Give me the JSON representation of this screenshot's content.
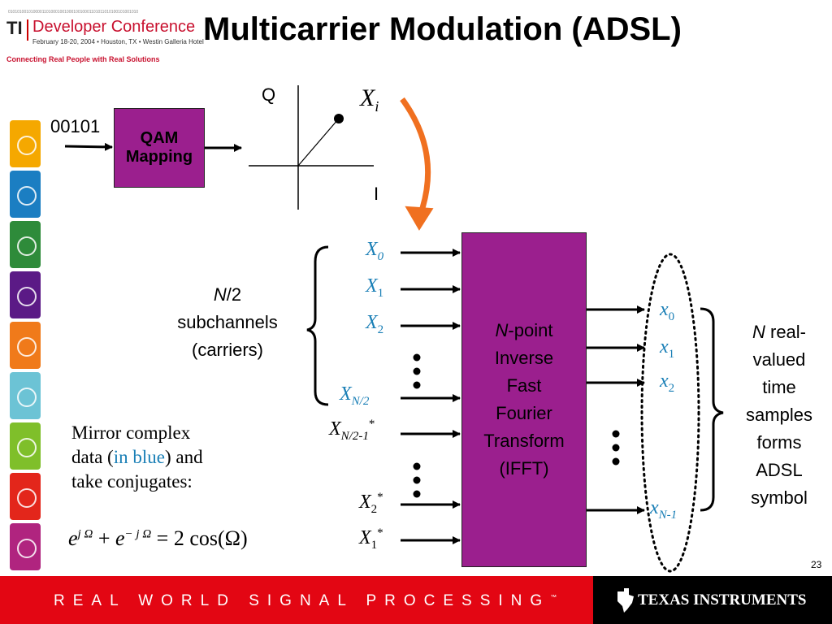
{
  "header": {
    "bits": "0101010010100001101000100100010010001101011010100101001010",
    "ti_mark": "TI",
    "conference": "Developer Conference",
    "date_line": "February 18-20, 2004 • Houston, TX • Westin Galleria Hotel",
    "tagline": "Connecting Real People with Real Solutions"
  },
  "title": "Multicarrier Modulation (ADSL)",
  "qam": {
    "input_bits": "00101",
    "box_line1": "QAM",
    "box_line2": "Mapping",
    "axis_q": "Q",
    "axis_i": "I",
    "point_label_main": "X",
    "point_label_sub": "i"
  },
  "inputs": [
    {
      "main": "X",
      "sub": "0",
      "sup": "",
      "blue": true
    },
    {
      "main": "X",
      "sub": "1",
      "sup": "",
      "blue": true
    },
    {
      "main": "X",
      "sub": "2",
      "sup": "",
      "blue": true
    },
    {
      "main": "X",
      "sub": "N/2",
      "sup": "",
      "blue": true
    },
    {
      "main": "X",
      "sub": "N/2-1",
      "sup": "*",
      "blue": false
    },
    {
      "main": "X",
      "sub": "2",
      "sup": "*",
      "blue": false
    },
    {
      "main": "X",
      "sub": "1",
      "sup": "*",
      "blue": false
    }
  ],
  "subchannels": {
    "line1_italic": "N",
    "line1_rest": "/2",
    "line2": "subchannels",
    "line3": "(carriers)"
  },
  "ifft": {
    "line1_italic": "N",
    "line1_rest": "-point",
    "line2": "Inverse",
    "line3": "Fast",
    "line4": "Fourier",
    "line5": "Transform",
    "line6": "(IFFT)"
  },
  "outputs": [
    {
      "main": "x",
      "sub": "0"
    },
    {
      "main": "x",
      "sub": "1"
    },
    {
      "main": "x",
      "sub": "2"
    },
    {
      "main": "x",
      "sub": "N-1"
    }
  ],
  "samples_text": {
    "line1_italic": "N",
    "line1_rest": " real-",
    "line2": "valued",
    "line3": "time",
    "line4": "samples",
    "line5": "forms",
    "line6": "ADSL",
    "line7": "symbol"
  },
  "mirror_note": {
    "line1": "Mirror complex",
    "line2_pre": "data (",
    "line2_blue": "in blue",
    "line2_post": ") and",
    "line3": "take conjugates:"
  },
  "equation": "e^{jΩ} + e^{−jΩ} = 2 cos(Ω)",
  "eq_parts": {
    "e1": "e",
    "sup1": "j Ω",
    "plus": "+",
    "e2": "e",
    "sup2": "− j Ω",
    "eq": "= 2 cos(Ω)"
  },
  "page_number": "23",
  "footer": {
    "tagline": "REAL WORLD SIGNAL PROCESSING",
    "tm": "™",
    "ti_brand": "TEXAS INSTRUMENTS"
  },
  "colors": {
    "accent_purple": "#9b1f8e",
    "blue_text": "#1a7fb6",
    "footer_red": "#e30613",
    "arrow_orange": "#f07020"
  },
  "side_icons": [
    {
      "icon": "head-icon",
      "color": "#f5a800"
    },
    {
      "icon": "documents-icon",
      "color": "#1b7ec2"
    },
    {
      "icon": "idea-icon",
      "color": "#2e8b3a"
    },
    {
      "icon": "head-gear-icon",
      "color": "#5b1a86"
    },
    {
      "icon": "signal-icon",
      "color": "#f07a1a"
    },
    {
      "icon": "speech-icon",
      "color": "#6cc3d5"
    },
    {
      "icon": "lock-icon",
      "color": "#7fbf2a"
    },
    {
      "icon": "wireless-icon",
      "color": "#e3261b"
    },
    {
      "icon": "recycle-icon",
      "color": "#b0247f"
    }
  ]
}
